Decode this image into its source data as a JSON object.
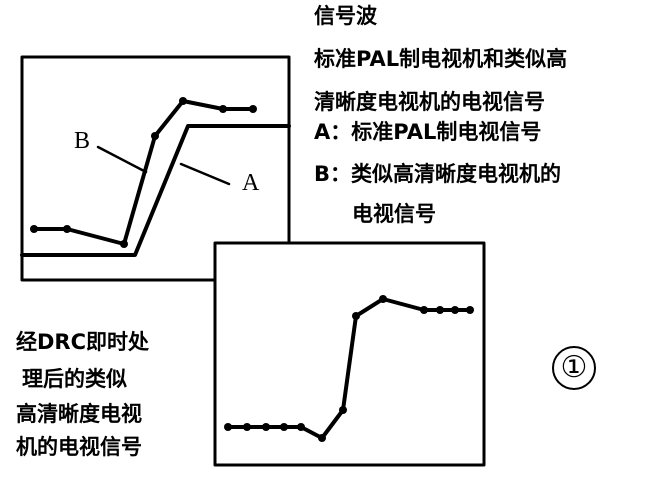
{
  "caption_right": {
    "title": "信号波",
    "line1": "标准PAL制电视机和类似高",
    "line2": "清晰度电视机的电视信号",
    "line3": "A：标准PAL制电视信号",
    "line4": "B：类似高清晰度电视机的",
    "line5": "电视信号"
  },
  "caption_left": {
    "line1": "经DRC即时处",
    "line2": "理后的类似",
    "line3": "高清晰度电视",
    "line4": "机的电视信号"
  },
  "labels": {
    "a": "A",
    "b": "B"
  },
  "figure_number": "①",
  "colors": {
    "ink": "#000000",
    "background": "#ffffff"
  }
}
